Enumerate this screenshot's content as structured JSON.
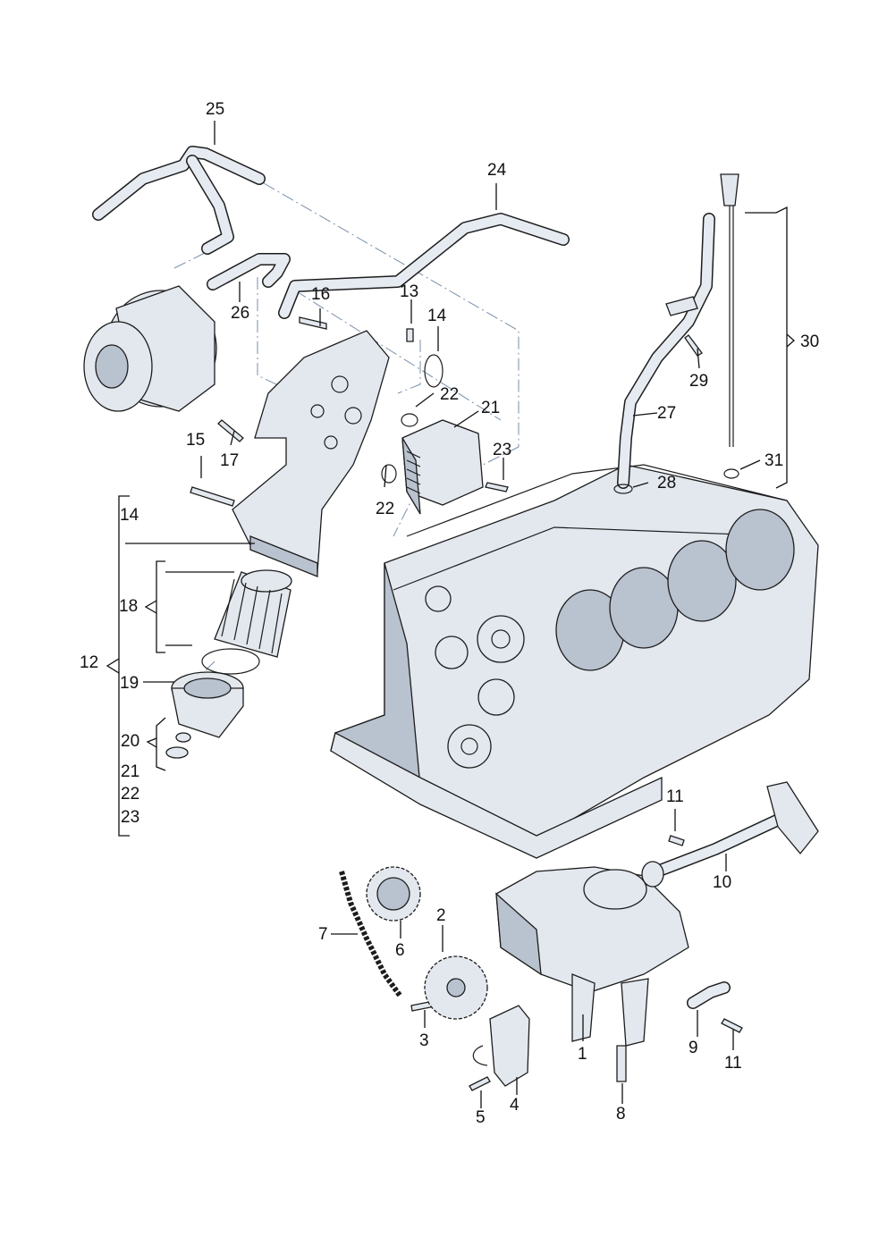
{
  "callouts": {
    "c1": "1",
    "c2": "2",
    "c3": "3",
    "c4": "4",
    "c5": "5",
    "c6": "6",
    "c7": "7",
    "c8": "8",
    "c9": "9",
    "c10": "10",
    "c11a": "11",
    "c11b": "11",
    "c12": "12",
    "c13": "13",
    "c14a": "14",
    "c14b": "14",
    "c15": "15",
    "c16": "16",
    "c17": "17",
    "c18": "18",
    "c19": "19",
    "c20": "20",
    "c21a": "21",
    "c21b": "21",
    "c22a": "22",
    "c22b": "22",
    "c22c": "22",
    "c23a": "23",
    "c23b": "23",
    "c24": "24",
    "c25": "25",
    "c26": "26",
    "c27": "27",
    "c28": "28",
    "c29": "29",
    "c30": "30",
    "c31": "31"
  },
  "colors": {
    "ink": "#111111",
    "part_fill": "#e3e8ef",
    "part_shade": "#b9c2cf",
    "guide": "#7a8fa8"
  }
}
